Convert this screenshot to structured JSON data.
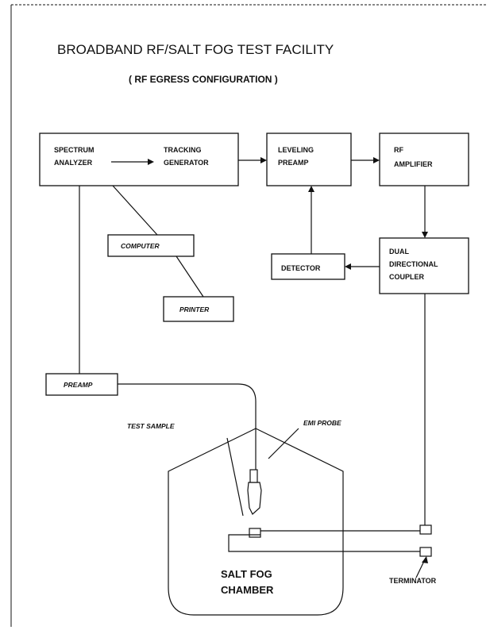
{
  "diagram": {
    "title": "BROADBAND RF/SALT FOG TEST FACILITY",
    "subtitle": "( RF EGRESS CONFIGURATION )",
    "blocks": {
      "spectrum_analyzer": [
        "SPECTRUM",
        "ANALYZER"
      ],
      "tracking_generator": [
        "TRACKING",
        "GENERATOR"
      ],
      "leveling_preamp": [
        "LEVELING",
        "PREAMP"
      ],
      "rf_amplifier": [
        "RF",
        "AMPLIFIER"
      ],
      "computer": "COMPUTER",
      "printer": "PRINTER",
      "detector": "DETECTOR",
      "dual_directional_coupler": [
        "DUAL",
        "DIRECTIONAL",
        "COUPLER"
      ],
      "preamp": "PREAMP"
    },
    "labels": {
      "test_sample": "TEST SAMPLE",
      "emi_probe": "EMI PROBE",
      "chamber": [
        "SALT FOG",
        "CHAMBER"
      ],
      "terminator": "TERMINATOR"
    }
  }
}
